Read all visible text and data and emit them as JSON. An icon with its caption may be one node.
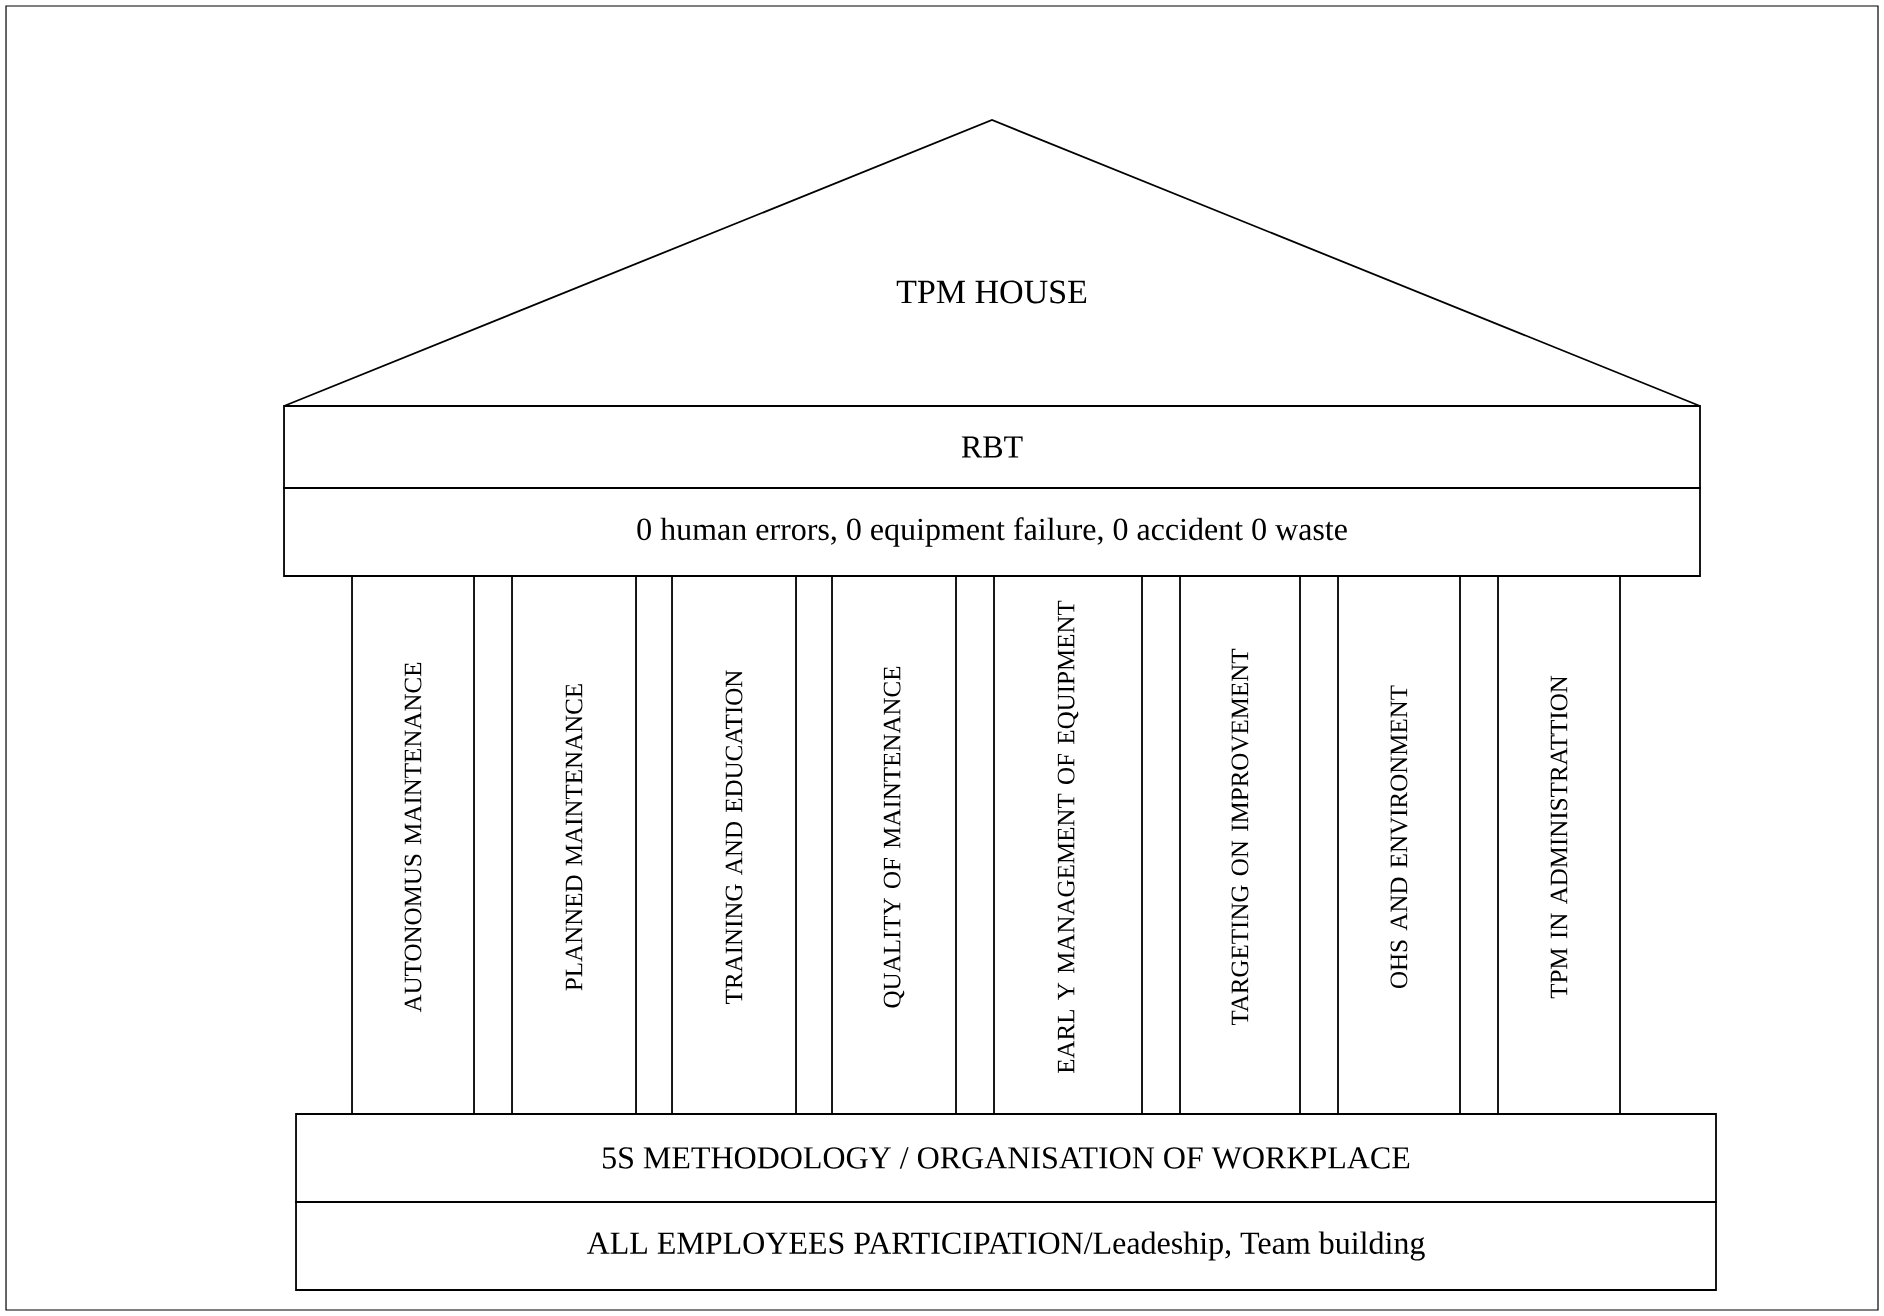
{
  "diagram": {
    "nodes": [
      {
        "text": [
          "TPM HOUSE"
        ]
      },
      {
        "text": [
          "RBT"
        ]
      },
      {
        "text": [
          "0 human errors, 0 equipment failure, 0 accident 0 waste"
        ]
      },
      {
        "text": [
          "AUTONOMUS MAINTENANCE"
        ]
      },
      {
        "text": [
          "PLANNED MAINTENANCE"
        ]
      },
      {
        "text": [
          "TRAINING AND EDUCATION"
        ]
      },
      {
        "text": [
          "QUALITY OF MAINTENANCE"
        ]
      },
      {
        "text": [
          "EARL Y MANAGEMENT OF EQUIPMENT"
        ]
      },
      {
        "text": [
          "TARGETING ON IMPROVEMENT"
        ]
      },
      {
        "text": [
          "OHS AND ENVIRONMENT"
        ]
      },
      {
        "text": [
          "TPM IN ADMINISTRATTION"
        ]
      },
      {
        "text": [
          "5S METHODOLOGY / ORGANISATION OF WORKPLACE"
        ]
      },
      {
        "text": [
          "ALL EMPLOYEES PARTICIPATION/Leadeship, Team building"
        ]
      }
    ]
  }
}
